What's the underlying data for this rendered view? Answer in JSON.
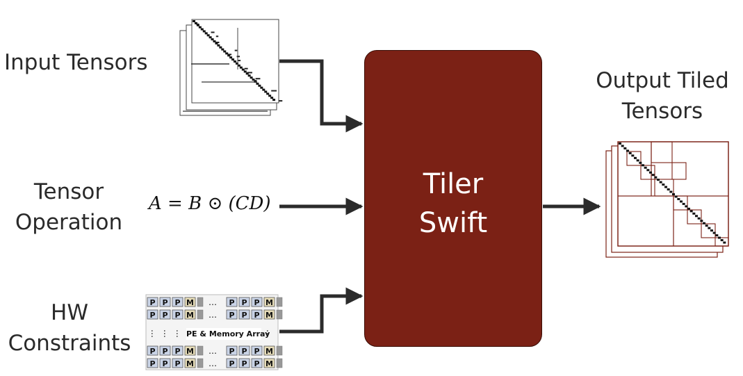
{
  "labels": {
    "input": "Input Tensors",
    "op_line1": "Tensor",
    "op_line2": "Operation",
    "hw_line1": "HW",
    "hw_line2": "Constraints",
    "output_line1": "Output Tiled",
    "output_line2": "Tensors"
  },
  "formula": "A = B ⊙ (CD)",
  "box": {
    "line1": "Tiler",
    "line2": "Swift",
    "fill": "#7b2115"
  },
  "hw_array": {
    "caption": "PE & Memory Array",
    "cell_p": "P",
    "cell_m": "M",
    "ellipsis": "…"
  }
}
